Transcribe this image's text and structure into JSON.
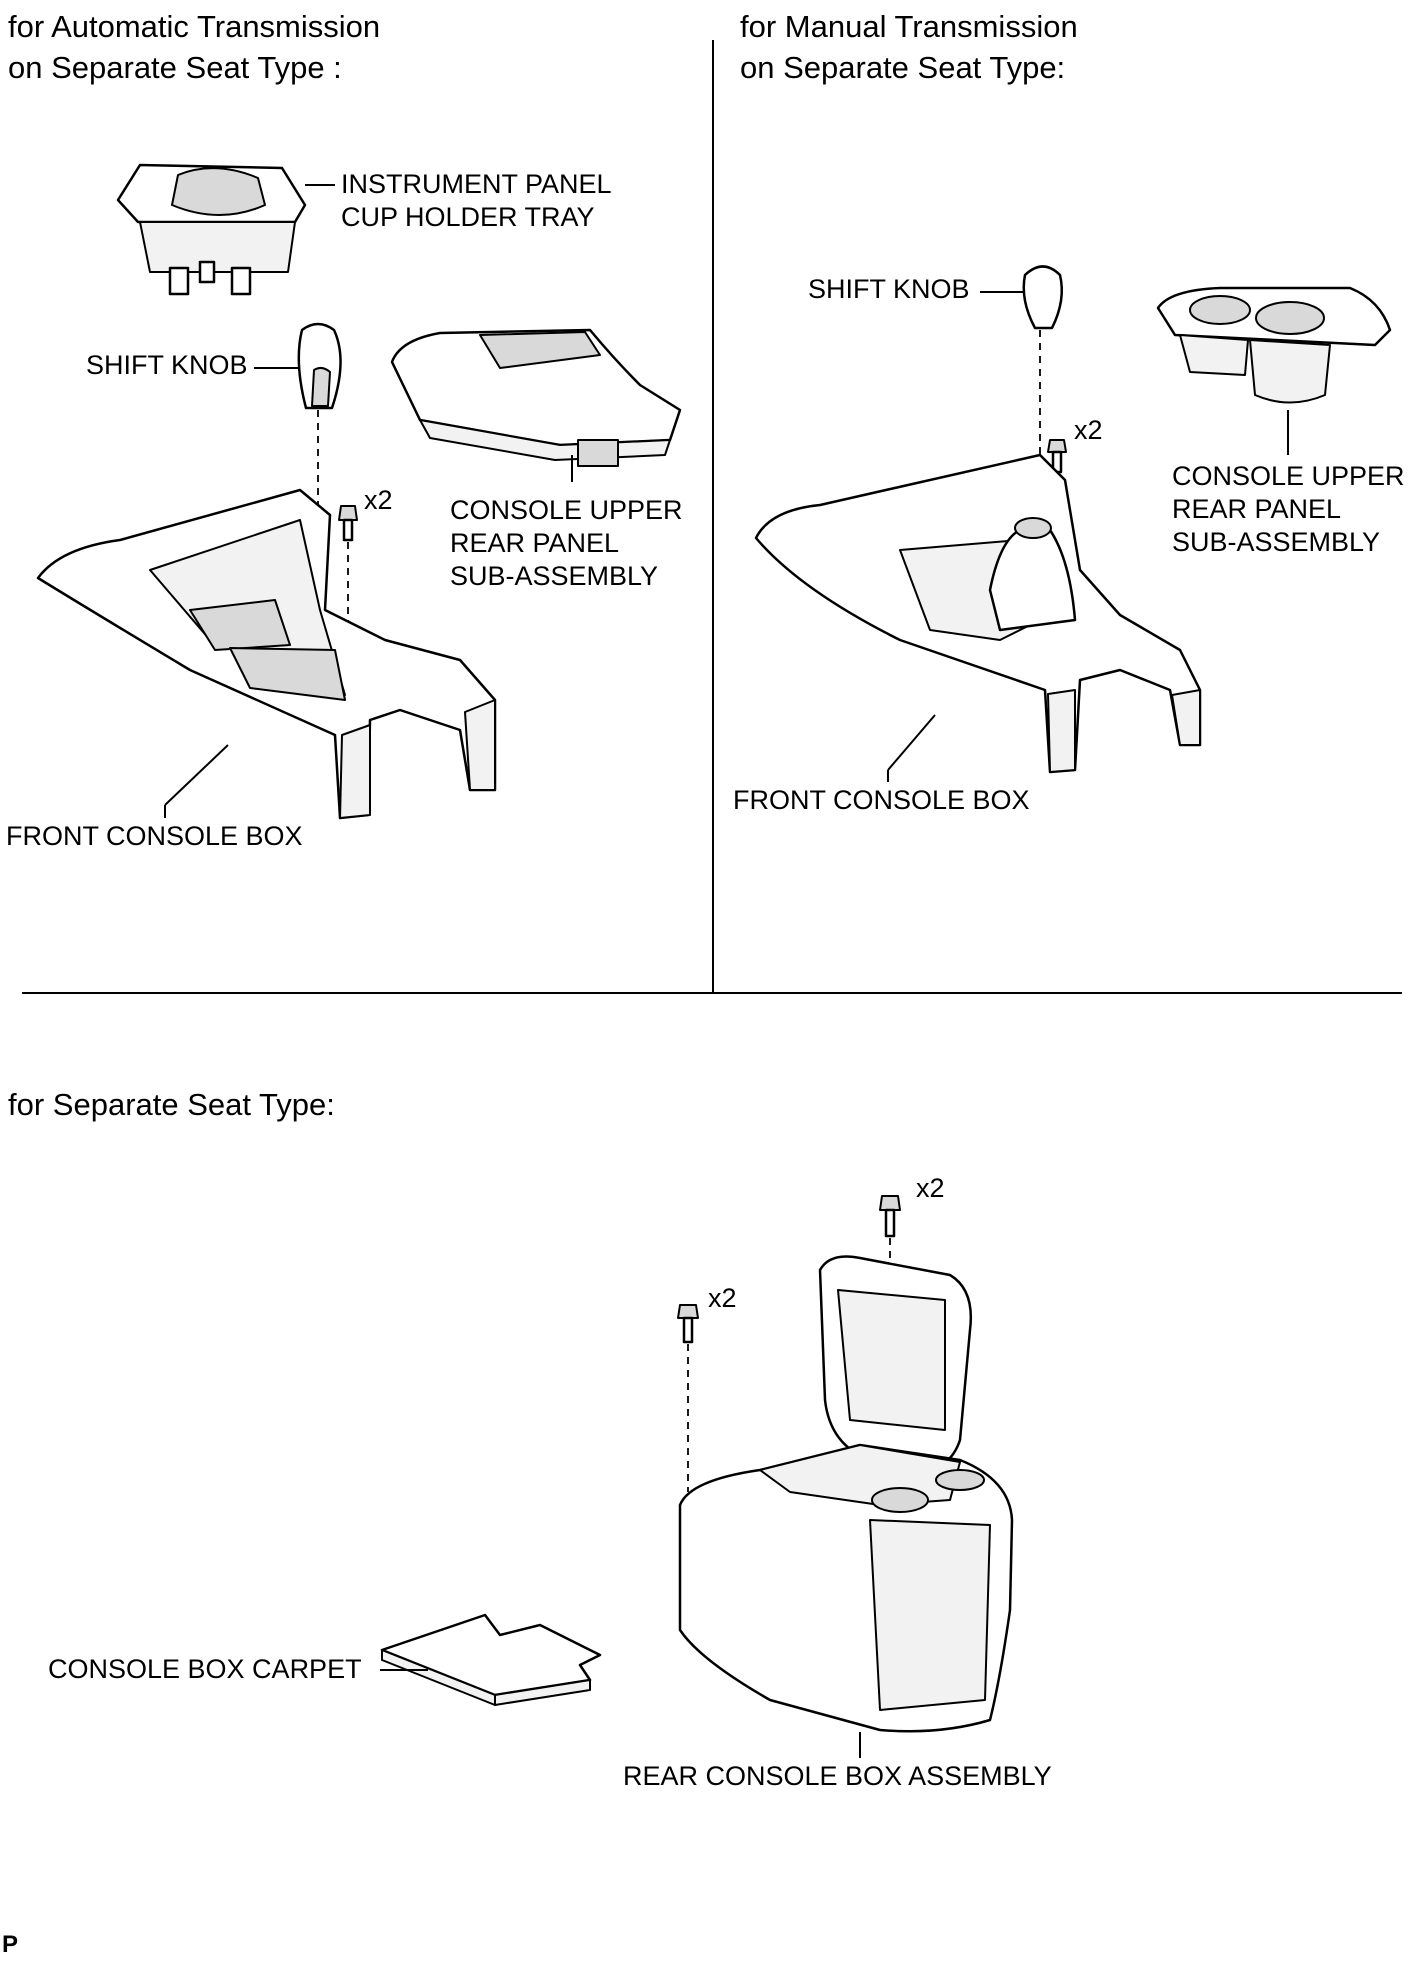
{
  "headers": {
    "at_line1": "for Automatic Transmission",
    "at_line2": "on Separate Seat Type :",
    "mt_line1": "for Manual Transmission",
    "mt_line2": "on Separate Seat Type:",
    "rear": "for Separate Seat Type:"
  },
  "at": {
    "cup_holder_1": "INSTRUMENT PANEL",
    "cup_holder_2": "CUP HOLDER TRAY",
    "shift_knob": "SHIFT KNOB",
    "qty": "x2",
    "upper_panel_1": "CONSOLE UPPER",
    "upper_panel_2": "REAR PANEL",
    "upper_panel_3": "SUB-ASSEMBLY",
    "front_box": "FRONT CONSOLE BOX"
  },
  "mt": {
    "shift_knob": "SHIFT KNOB",
    "qty": "x2",
    "upper_panel_1": "CONSOLE UPPER",
    "upper_panel_2": "REAR PANEL",
    "upper_panel_3": "SUB-ASSEMBLY",
    "front_box": "FRONT CONSOLE BOX"
  },
  "rear": {
    "qty_top": "x2",
    "qty_left": "x2",
    "carpet": "CONSOLE BOX CARPET",
    "rear_box": "REAR CONSOLE BOX ASSEMBLY"
  },
  "footer": {
    "corner_mark": "P"
  }
}
